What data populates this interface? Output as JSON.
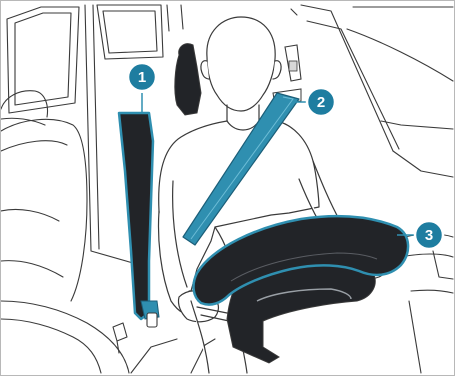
{
  "callouts": [
    {
      "number": "1"
    },
    {
      "number": "2"
    },
    {
      "number": "3"
    }
  ],
  "colors": {
    "accent": "#2f8fb0",
    "callout_fill": "#1e7da0",
    "dark_parts": "#222428",
    "outline": "#3a3a3a",
    "background": "#ffffff",
    "frame": "#b8b8b8"
  }
}
